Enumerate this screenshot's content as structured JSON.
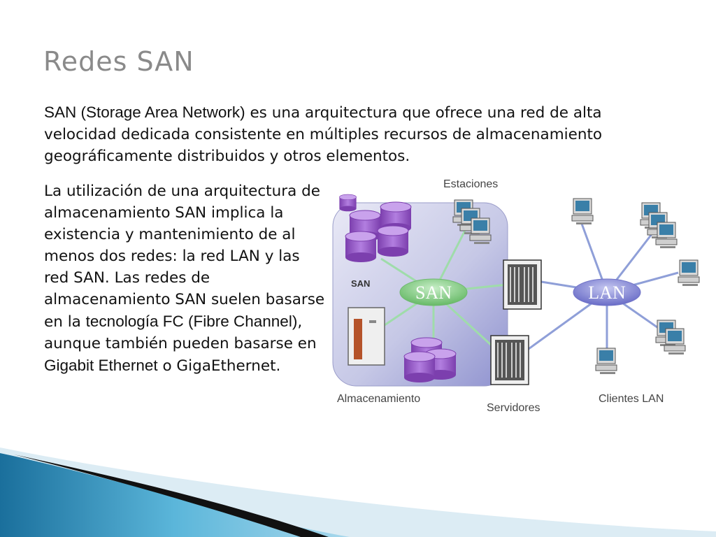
{
  "slide": {
    "title": "Redes SAN",
    "para1": {
      "highlight": "SAN (Storage Area Network)",
      "rest": " es una arquitectura que ofrece una red de alta velocidad dedicada consistente en múltiples recursos de almacenamiento geográficamente distribuidos y otros elementos."
    },
    "para2": {
      "text1": "La utilización de una arquitectura de almacenamiento SAN implica la existencia y mantenimiento de al menos dos redes: la red LAN y las red SAN. Las redes de almacenamiento SAN suelen basarse en la ",
      "bold1": "tecnología FC (Fibre Channel)",
      "text2": ", aunque también pueden basarse en ",
      "bold2": "Gigabit Ethernet",
      "text3": " o GigaEthernet."
    }
  },
  "diagram": {
    "label_estaciones": "Estaciones",
    "label_almacenamiento": "Almacenamiento",
    "label_servidores": "Servidores",
    "label_clientes": "Clientes LAN",
    "label_san_disks": "SAN",
    "oval_san": "SAN",
    "oval_lan": "LAN",
    "colors": {
      "panel": "#c9cbe8",
      "san_oval": "#8fd08f",
      "lan_oval": "#8d8fd6",
      "disk": "#9b5fc8",
      "link_san": "#9fdcaa",
      "link_lan": "#8f9fd8"
    }
  },
  "decoration": {
    "colors": {
      "blue_dark": "#1a6f9c",
      "blue_light": "#5bb6da",
      "black": "#111111",
      "pale": "#dcecf4"
    }
  }
}
